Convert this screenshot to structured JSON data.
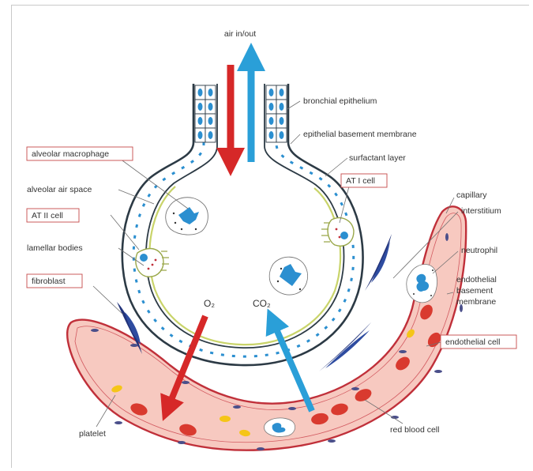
{
  "labels": {
    "air": "air in/out",
    "bronchial_epithelium": "bronchial epithelium",
    "epithelial_bm": "epithelial basement membrane",
    "surfactant": "surfactant layer",
    "at1": "AT I cell",
    "macrophage": "alveolar macrophage",
    "air_space": "alveolar air space",
    "at2": "AT II cell",
    "lamellar": "lamellar bodies",
    "fibroblast": "fibroblast",
    "o2": "O₂",
    "co2": "CO₂",
    "capillary": "capillary",
    "interstitium": "interstitium",
    "neutrophil": "neutrophil",
    "endothelial_bm_1": "endothelial",
    "endothelial_bm_2": "basement",
    "endothelial_bm_3": "membrane",
    "endothelial_cell": "endothelial cell",
    "platelet": "platelet",
    "rbc": "red blood cell"
  },
  "colors": {
    "arrow_in": "#d62828",
    "arrow_out": "#2a9fd8",
    "vessel_fill": "#f7c9c0",
    "vessel_outline": "#c0303a",
    "rbc": "#d93a2f",
    "platelet": "#f5c518",
    "cell_blue": "#2b8fd0",
    "fibroblast": "#22337a",
    "surfactant": "#c9d46a"
  }
}
